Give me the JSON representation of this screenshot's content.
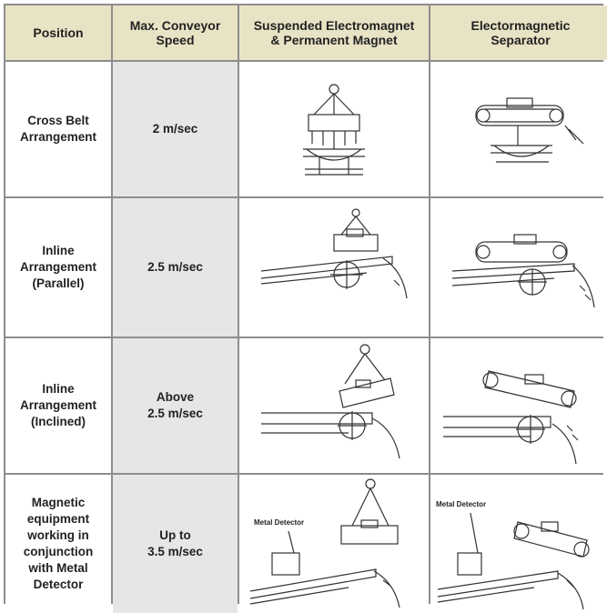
{
  "header": {
    "position": "Position",
    "speed": "Max. Conveyor\nSpeed",
    "suspended": "Suspended Electromagnet\n& Permanent Magnet",
    "separator": "Electormagnetic\nSeparator"
  },
  "rows": [
    {
      "position": "Cross Belt\nArrangement",
      "speed": "2 m/sec"
    },
    {
      "position": "Inline\nArrangement\n(Parallel)",
      "speed": "2.5 m/sec"
    },
    {
      "position": "Inline\nArrangement\n(Inclined)",
      "speed": "Above\n2.5 m/sec"
    },
    {
      "position": "Magnetic\nequipment\nworking in\nconjunction\nwith Metal\nDetector",
      "speed": "Up to\n3.5 m/sec"
    }
  ],
  "labels": {
    "metal_detector_1": "Metal Detector",
    "metal_detector_2": "Metal Detector"
  },
  "colors": {
    "header_bg": "#e8e3c5",
    "speed_bg": "#e6e6e6",
    "grid_line": "#8d8d8d"
  }
}
